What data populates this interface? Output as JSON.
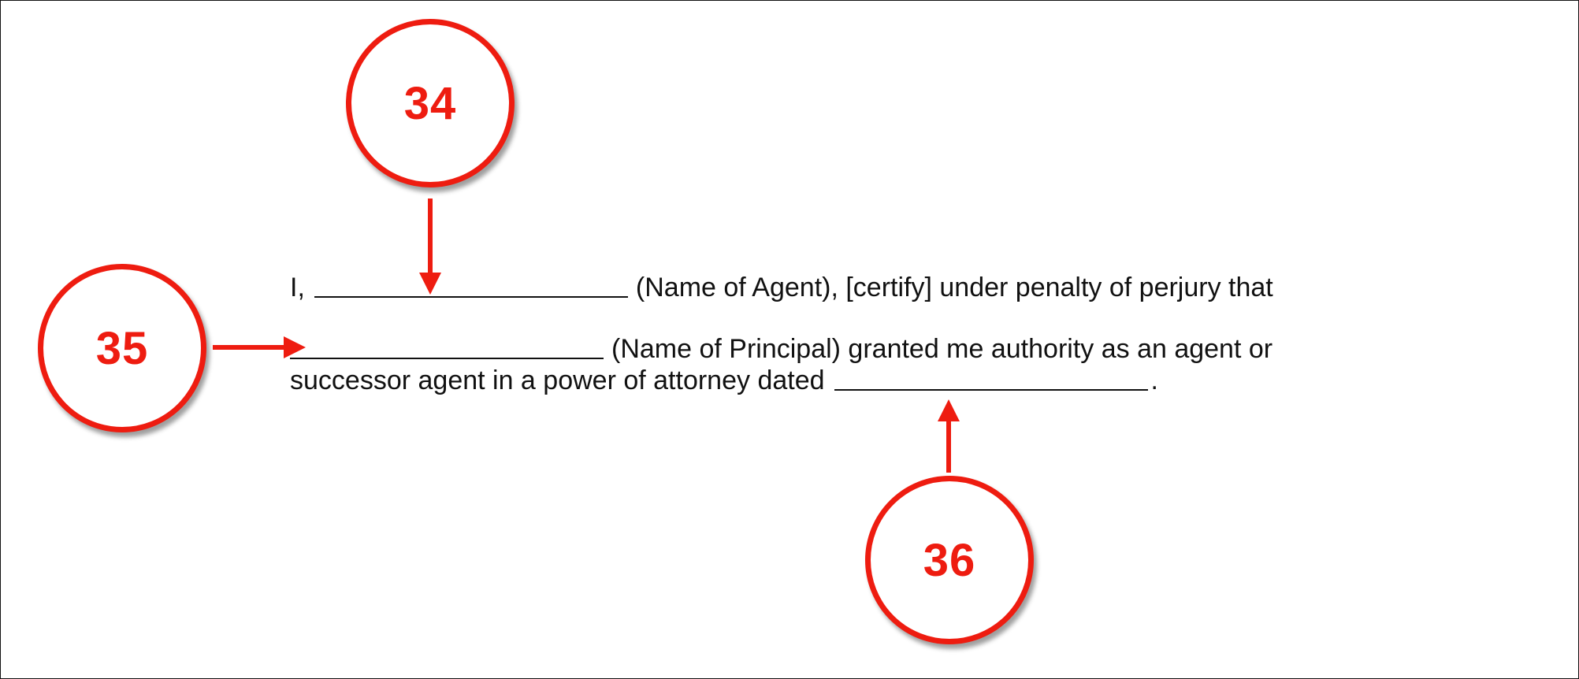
{
  "document": {
    "line1": {
      "prefix": "I,",
      "suffix": "(Name of Agent), [certify] under penalty of perjury that"
    },
    "line2": {
      "suffix": "(Name of Principal) granted me authority as an agent or"
    },
    "line3": {
      "prefix": "successor agent in a power of attorney dated",
      "suffix": "."
    }
  },
  "markers": [
    {
      "number": "34",
      "points_to": "agent-name-blank"
    },
    {
      "number": "35",
      "points_to": "principal-name-blank"
    },
    {
      "number": "36",
      "points_to": "poa-date-blank"
    }
  ],
  "colors": {
    "marker_red": "#ee1c10",
    "text": "#111111",
    "background": "#ffffff"
  }
}
